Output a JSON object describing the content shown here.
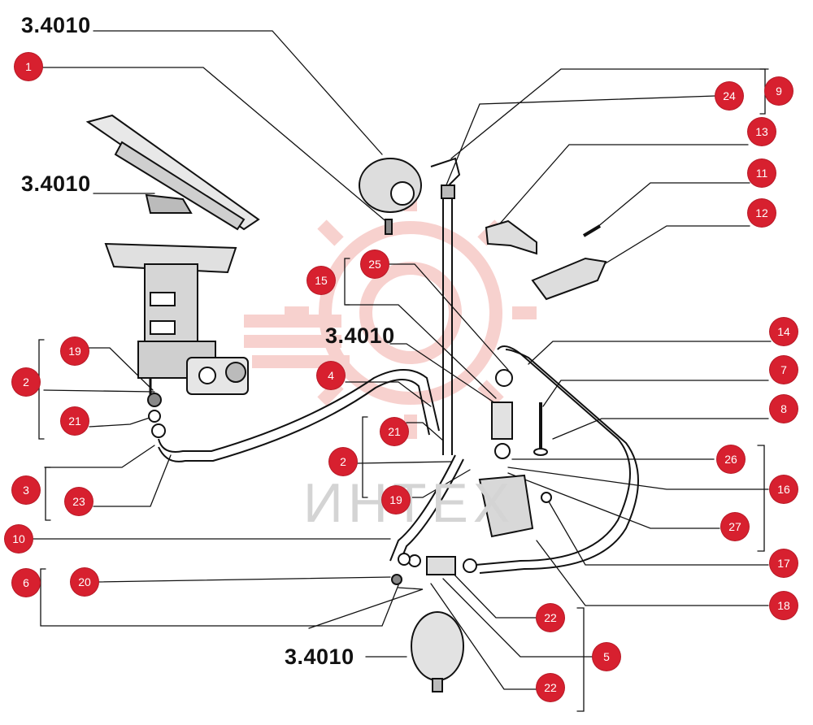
{
  "title_refs": {
    "top": "3.4010",
    "pedal": "3.4010",
    "valve": "3.4010",
    "reservoir": "3.4010"
  },
  "watermark": "ИНТЕХ",
  "callouts": {
    "c1": "1",
    "c9": "9",
    "c24": "24",
    "c13": "13",
    "c11": "11",
    "c12": "12",
    "c25": "25",
    "c15": "15",
    "c14": "14",
    "c7": "7",
    "c8": "8",
    "c19a": "19",
    "c2a": "2",
    "c21a": "21",
    "c4": "4",
    "c3": "3",
    "c23": "23",
    "c21b": "21",
    "c2b": "2",
    "c19b": "19",
    "c26": "26",
    "c16": "16",
    "c27": "27",
    "c10": "10",
    "c17": "17",
    "c6": "6",
    "c20": "20",
    "c18": "18",
    "c22a": "22",
    "c5": "5",
    "c22b": "22"
  },
  "colors": {
    "callout_fill": "#d7202f",
    "line": "#111111",
    "watermark_gear": "#f6c9c6"
  }
}
